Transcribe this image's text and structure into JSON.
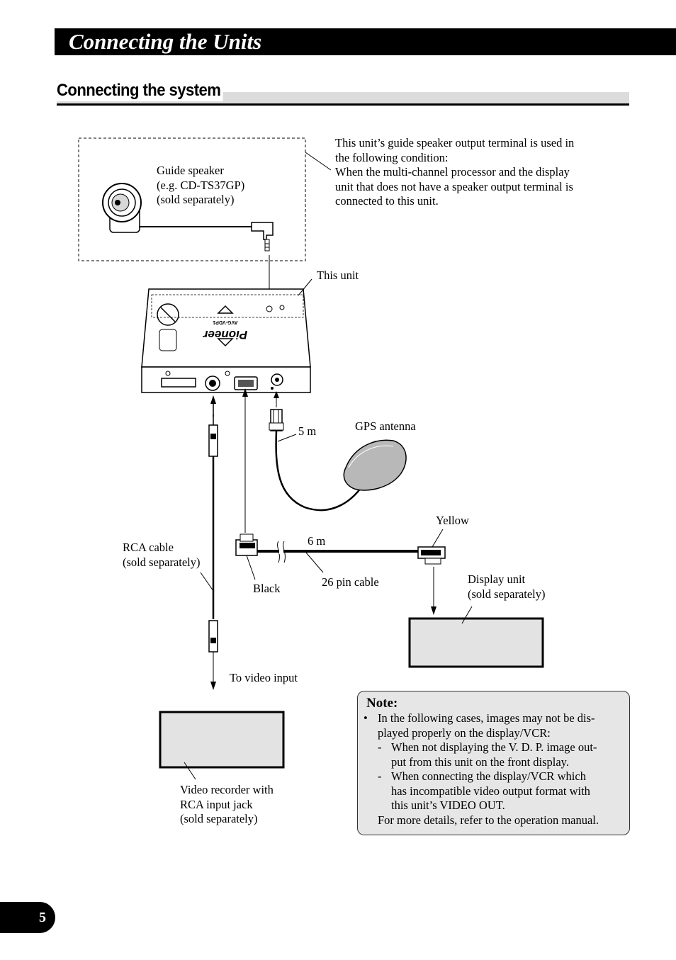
{
  "header": {
    "title": "Connecting the Units"
  },
  "section": {
    "title": "Connecting the system"
  },
  "diagram": {
    "speaker_note_lines": [
      "This unit’s guide speaker output terminal is used in",
      "the following condition:",
      "When the multi-channel processor and the display",
      "unit that does not have a speaker output terminal is",
      "connected to this unit."
    ],
    "guide_speaker_lines": [
      "Guide speaker",
      "(e.g. CD-TS37GP)",
      "(sold separately)"
    ],
    "this_unit": "This unit",
    "unit_brand": "Pioneer",
    "unit_model": "AVG-VDP1",
    "length_5m": "5 m",
    "gps_antenna": "GPS antenna",
    "yellow": "Yellow",
    "length_6m": "6 m",
    "rca_cable_lines": [
      "RCA cable",
      "(sold separately)"
    ],
    "black": "Black",
    "pin_cable": "26 pin cable",
    "display_unit_lines": [
      "Display unit",
      "(sold separately)"
    ],
    "to_video_input": "To video input",
    "video_recorder_lines": [
      "Video recorder with",
      "RCA input jack",
      "(sold separately)"
    ]
  },
  "note": {
    "title": "Note:",
    "bullet": "•",
    "item_lines": [
      "In the following cases, images may not be dis-",
      "played properly on the display/VCR:"
    ],
    "dash": "-",
    "sub1_lines": [
      "When not displaying the V. D. P. image out-",
      "put from this unit on the front display."
    ],
    "sub2_lines": [
      "When connecting the display/VCR which",
      "has incompatible video output format with",
      "this unit’s VIDEO OUT."
    ],
    "footer": "For more details, refer to the operation manual."
  },
  "page": {
    "number": "5"
  }
}
